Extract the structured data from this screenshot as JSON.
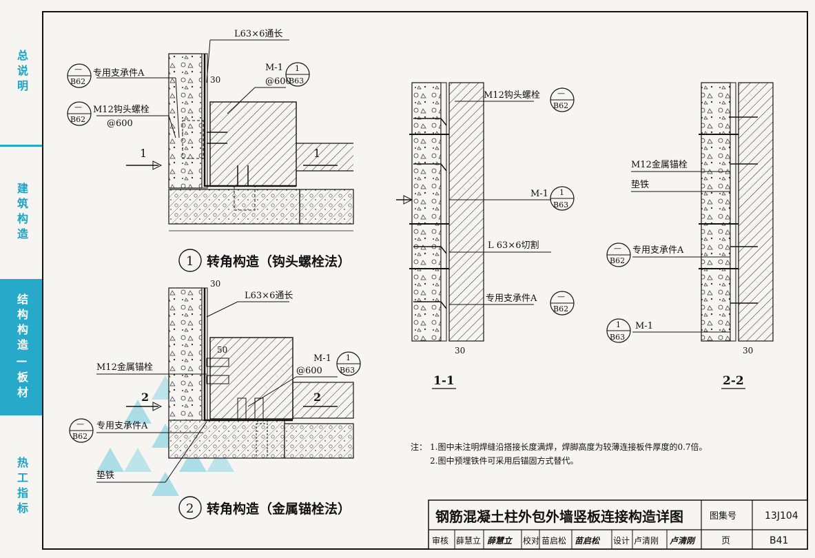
{
  "sidebar": {
    "sections": [
      {
        "label": "总说明",
        "active": false
      },
      {
        "label": "建筑构造",
        "active": false
      },
      {
        "label": "结构构造—板材",
        "active": true
      },
      {
        "label": "热工指标",
        "active": false
      }
    ]
  },
  "detail1": {
    "title": "转角构造（钩头螺栓法）",
    "number": "1",
    "angle_label": "L63×6通长",
    "support_label": "专用支承件A",
    "bolt_label": "M12钩头螺栓",
    "bolt_spacing": "@600",
    "m1_label": "M-1",
    "m1_spacing": "@600",
    "ref_b62": "B62",
    "ref_b63": "B63",
    "ref_dash": "—",
    "ref_one": "1",
    "dim_30": "30",
    "section_mark": "1"
  },
  "detail2": {
    "title": "转角构造（金属锚栓法）",
    "number": "2",
    "angle_label": "L63×6通长",
    "anchor_label": "M12金属锚栓",
    "support_label": "专用支承件A",
    "shim_label": "垫铁",
    "m1_label": "M-1",
    "m1_spacing": "@600",
    "dim_30": "30",
    "dim_50": "50",
    "section_mark": "2"
  },
  "section11": {
    "title": "1-1",
    "bolt_label": "M12钩头螺栓",
    "m1_label": "M-1",
    "angle_label": "L 63×6切割",
    "support_label": "专用支承件A",
    "dim_30": "30"
  },
  "section22": {
    "title": "2-2",
    "anchor_label": "M12金属锚栓",
    "shim_label": "垫铁",
    "support_label": "专用支承件A",
    "m1_label": "M-1",
    "dim_30": "30"
  },
  "notes": {
    "prefix": "注：",
    "line1": "1.图中未注明焊缝沿搭接长度满焊，焊脚高度为较薄连接板件厚度的0.7倍。",
    "line2": "2.图中预埋铁件可采用后锚固方式替代。"
  },
  "title_block": {
    "drawing_title": "钢筋混凝土柱外包外墙竖板连接构造详图",
    "atlas_label": "图集号",
    "atlas_no": "13J104",
    "review_label": "审核",
    "review_name": "薛慧立",
    "review_sign": "薛慧立",
    "check_label": "校对",
    "check_name": "苗启松",
    "check_sign": "苗启松",
    "design_label": "设计",
    "design_name": "卢清刚",
    "design_sign": "卢清刚",
    "page_label": "页",
    "page_no": "B41"
  },
  "colors": {
    "accent": "#27a9c9",
    "accent_text": "#1aa3c4",
    "ink": "#111111",
    "paper": "#f6f5f1"
  }
}
